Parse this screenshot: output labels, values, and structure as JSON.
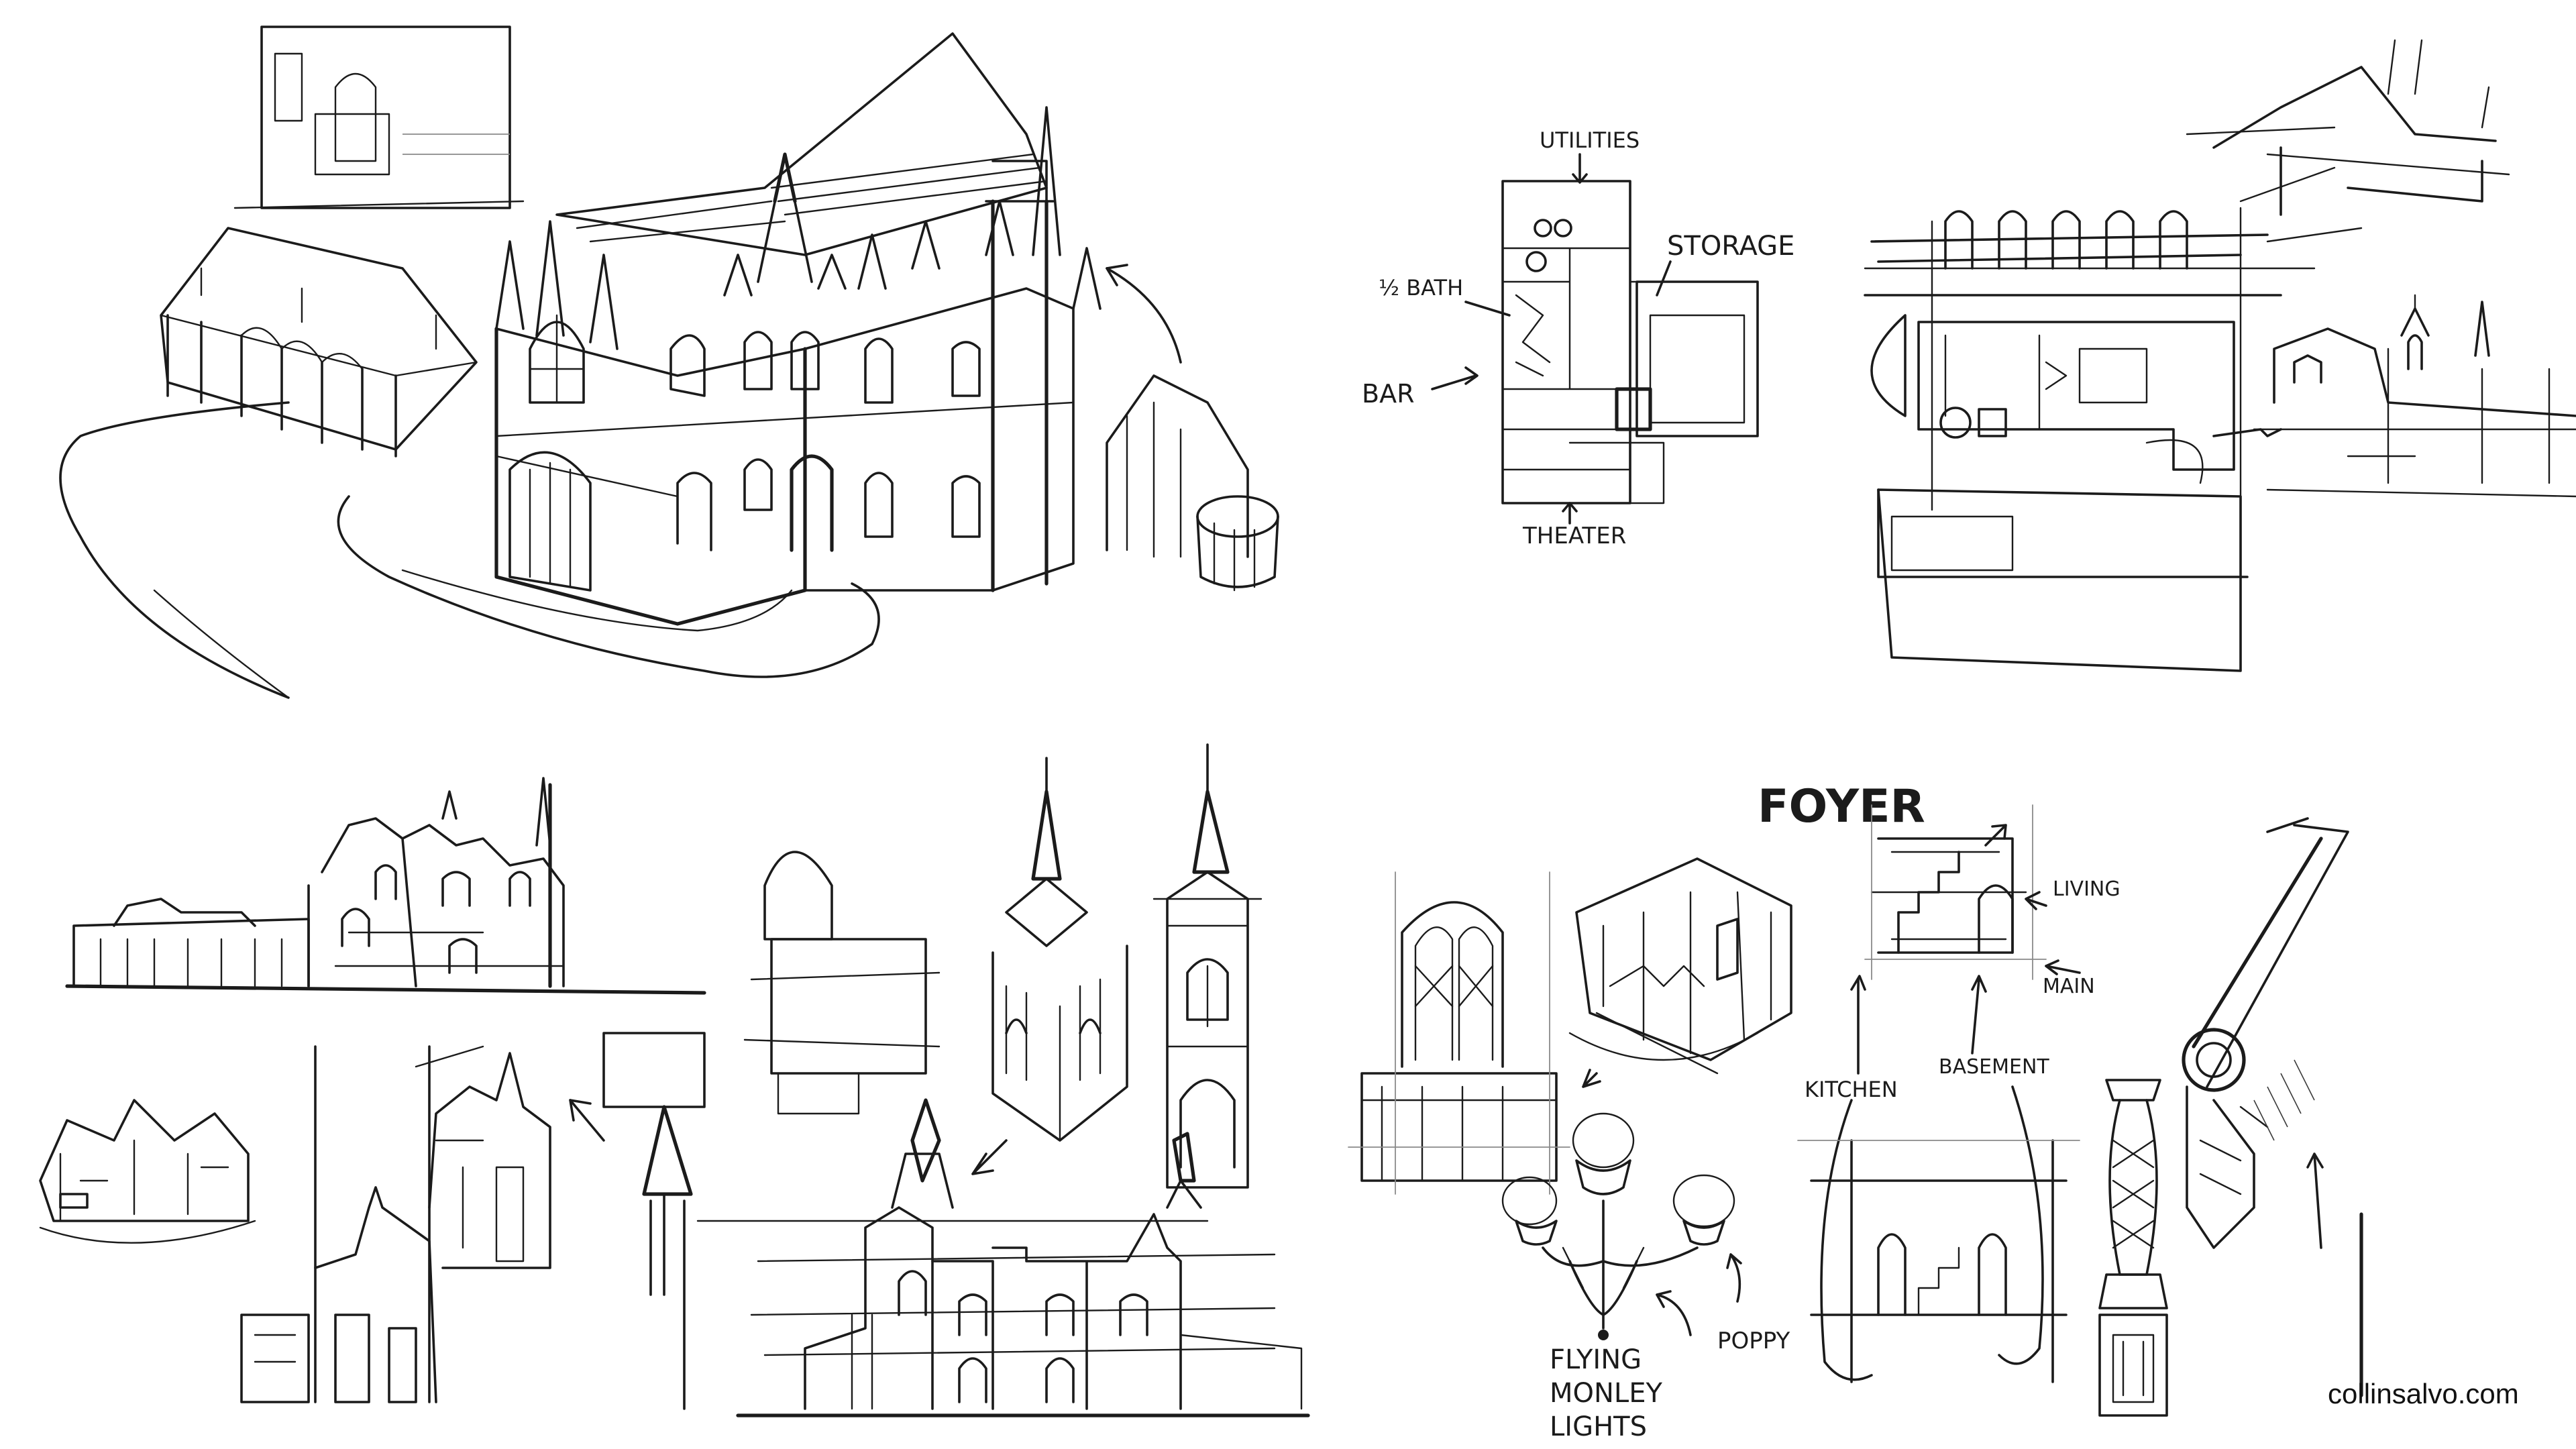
{
  "sheet": {
    "background": "#ffffff",
    "ink_color": "#1b1b1b"
  },
  "floorplan_labels": {
    "utilities": "UTILITIES",
    "storage": "STORAGE",
    "half_bath": "½ BATH",
    "bar": "BAR",
    "theater": "THEATER"
  },
  "foyer_labels": {
    "title": "FOYER",
    "living": "LIVING",
    "main": "MAIN",
    "kitchen": "KITCHEN",
    "basement": "BASEMENT",
    "poppy": "POPPY",
    "flying_monkey_lights": [
      "FLYING",
      "MONLEY",
      "LIGHTS"
    ]
  },
  "watermark": "collinsalvo.com"
}
